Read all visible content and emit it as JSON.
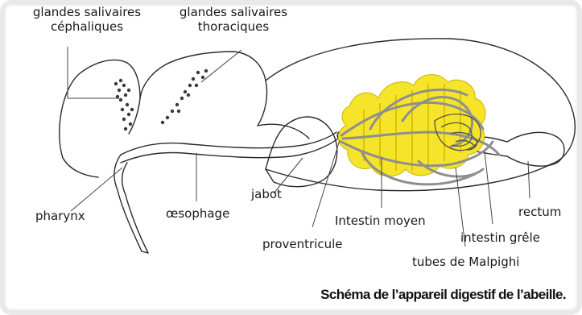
{
  "labels": {
    "glandes_cephaliques_l1": "glandes salivaires",
    "glandes_cephaliques_l2": "céphaliques",
    "glandes_thoraciques_l1": "glandes salivaires",
    "glandes_thoraciques_l2": "thoraciques",
    "jabot": "jabot",
    "pharynx": "pharynx",
    "oesophage": "œsophage",
    "proventricule": "proventricule",
    "intestin_moyen": "Intestin moyen",
    "rectum": "rectum",
    "intestin_grele": "intestin grêle",
    "tubes_malpighi": "tubes de Malpighi"
  },
  "caption": "Schéma de l’appareil digestif de l’abeille.",
  "colors": {
    "outline": "#2b2b2b",
    "midgut_fill": "#f5e42a",
    "gland_dots": "#3a3a3a",
    "tubules": "#9a9a9a"
  }
}
